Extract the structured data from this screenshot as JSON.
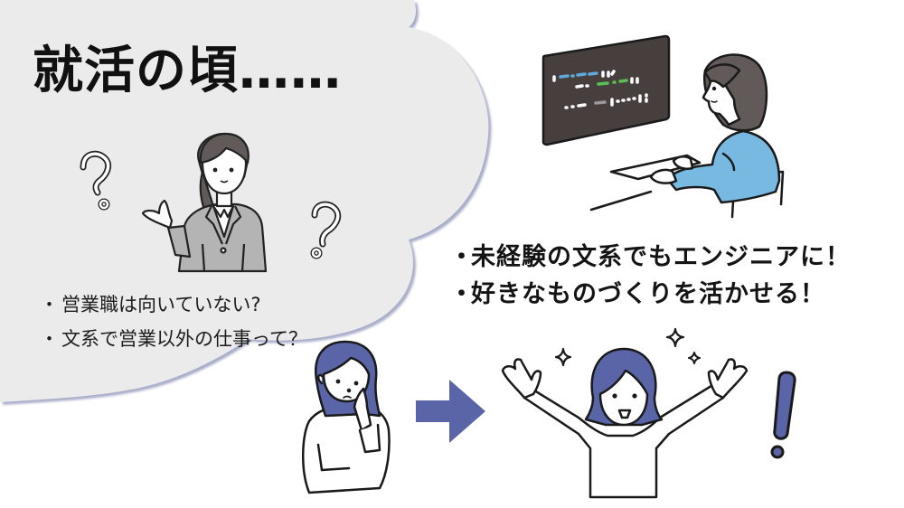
{
  "colors": {
    "background": "#ffffff",
    "cloud_fill": "#ebebeb",
    "cloud_shadow": "#a9adc9",
    "accent_blue": "#5a65a8",
    "shirt_blue": "#78b9e2",
    "hair_gray": "#615a58",
    "suit_gray": "#b4b4b4",
    "monitor": "#463f3d",
    "code_blue": "#5fa9dc",
    "code_green": "#5bbf55",
    "text": "#141414"
  },
  "thought_cloud": {
    "title": "就活の頃……",
    "worries": [
      {
        "bullet": "・",
        "text": "営業職は向いていない?"
      },
      {
        "bullet": "・",
        "text": "文系で営業以外の仕事って？"
      }
    ],
    "icons": [
      "question-mark-icon",
      "question-mark-icon",
      "businesswoman-illustration"
    ]
  },
  "outcome": {
    "points": [
      {
        "bullet": "・",
        "text": "未経験の文系でもエンジニアに！"
      },
      {
        "bullet": "・",
        "text": "好きなものづくりを活かせる！"
      }
    ],
    "icons": [
      "sparkle-icon",
      "sparkle-icon",
      "sparkle-icon",
      "exclamation-icon"
    ]
  },
  "illustrations": {
    "programmer": "woman-coding-at-computer",
    "worried": "worried-woman",
    "happy": "cheering-woman",
    "arrow": "right-arrow-icon"
  }
}
